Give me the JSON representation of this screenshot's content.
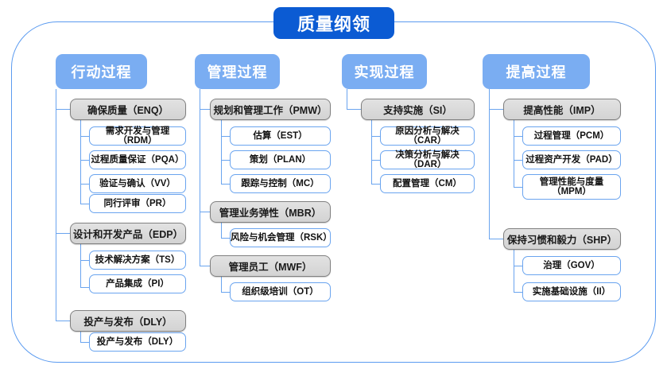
{
  "diagram": {
    "title": "质量纲领",
    "columns": [
      {
        "header": "行动过程",
        "groups": [
          {
            "label": "确保质量（ENQ）",
            "children": [
              "需求开发与管理（RDM）",
              "过程质量保证（PQA）",
              "验证与确认（VV）",
              "同行评审（PR）"
            ]
          },
          {
            "label": "设计和开发产品（EDP）",
            "children": [
              "技术解决方案（TS）",
              "产品集成（PI）"
            ]
          },
          {
            "label": "投产与发布（DLY）",
            "children": [
              "投产与发布（DLY）"
            ]
          }
        ]
      },
      {
        "header": "管理过程",
        "groups": [
          {
            "label": "规划和管理工作（PMW）",
            "children": [
              "估算（EST）",
              "策划（PLAN）",
              "跟踪与控制（MC）"
            ]
          },
          {
            "label": "管理业务弹性（MBR）",
            "children": [
              "风险与机会管理（RSK）"
            ]
          },
          {
            "label": "管理员工（MWF）",
            "children": [
              "组织级培训（OT）"
            ]
          }
        ]
      },
      {
        "header": "实现过程",
        "groups": [
          {
            "label": "支持实施（SI）",
            "children": [
              "原因分析与解决（CAR）",
              "决策分析与解决（DAR）",
              "配置管理（CM）"
            ]
          }
        ]
      },
      {
        "header": "提高过程",
        "groups": [
          {
            "label": "提高性能（IMP）",
            "children": [
              "过程管理（PCM）",
              "过程资产开发（PAD）",
              "管理性能与度量\n（MPM）"
            ]
          },
          {
            "label": "保持习惯和毅力（SHP）",
            "children": [
              "治理（GOV）",
              "实施基础设施（II）"
            ]
          }
        ]
      }
    ],
    "colors": {
      "title_bg": "#0b5bd3",
      "header_bg": "#7aadf2",
      "group_bg": "#dcdcdc",
      "group_border": "#808080",
      "leaf_border": "#6aa4ef",
      "line": "#6aa4ef",
      "frame_border": "#5b9bf0"
    }
  }
}
